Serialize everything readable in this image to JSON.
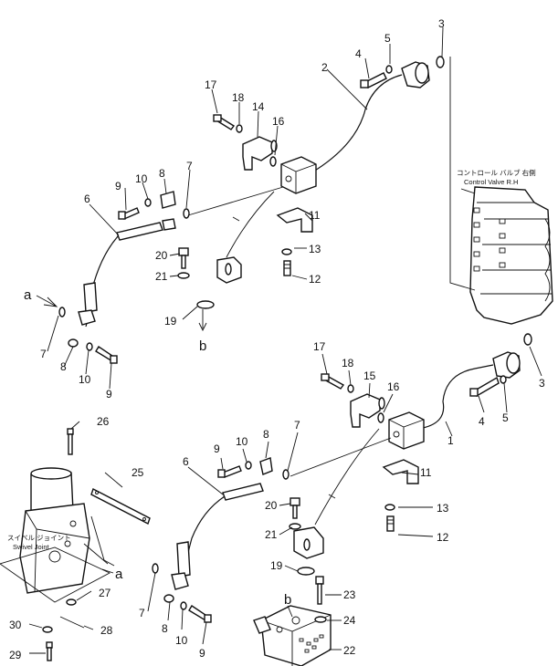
{
  "labels": {
    "control_valve_jp": "コントロール バルブ 右側",
    "control_valve_en": "Control Valve R.H",
    "swivel_joint_jp": "スイベル ジョイント",
    "swivel_joint_en": "Swivel Joint"
  },
  "letters": {
    "a": "a",
    "b": "b"
  },
  "part_numbers": [
    "1",
    "2",
    "3",
    "4",
    "5",
    "6",
    "7",
    "8",
    "9",
    "10",
    "11",
    "12",
    "13",
    "14",
    "15",
    "16",
    "17",
    "18",
    "19",
    "20",
    "21",
    "22",
    "23",
    "24",
    "25",
    "26",
    "27",
    "28",
    "29",
    "30"
  ]
}
